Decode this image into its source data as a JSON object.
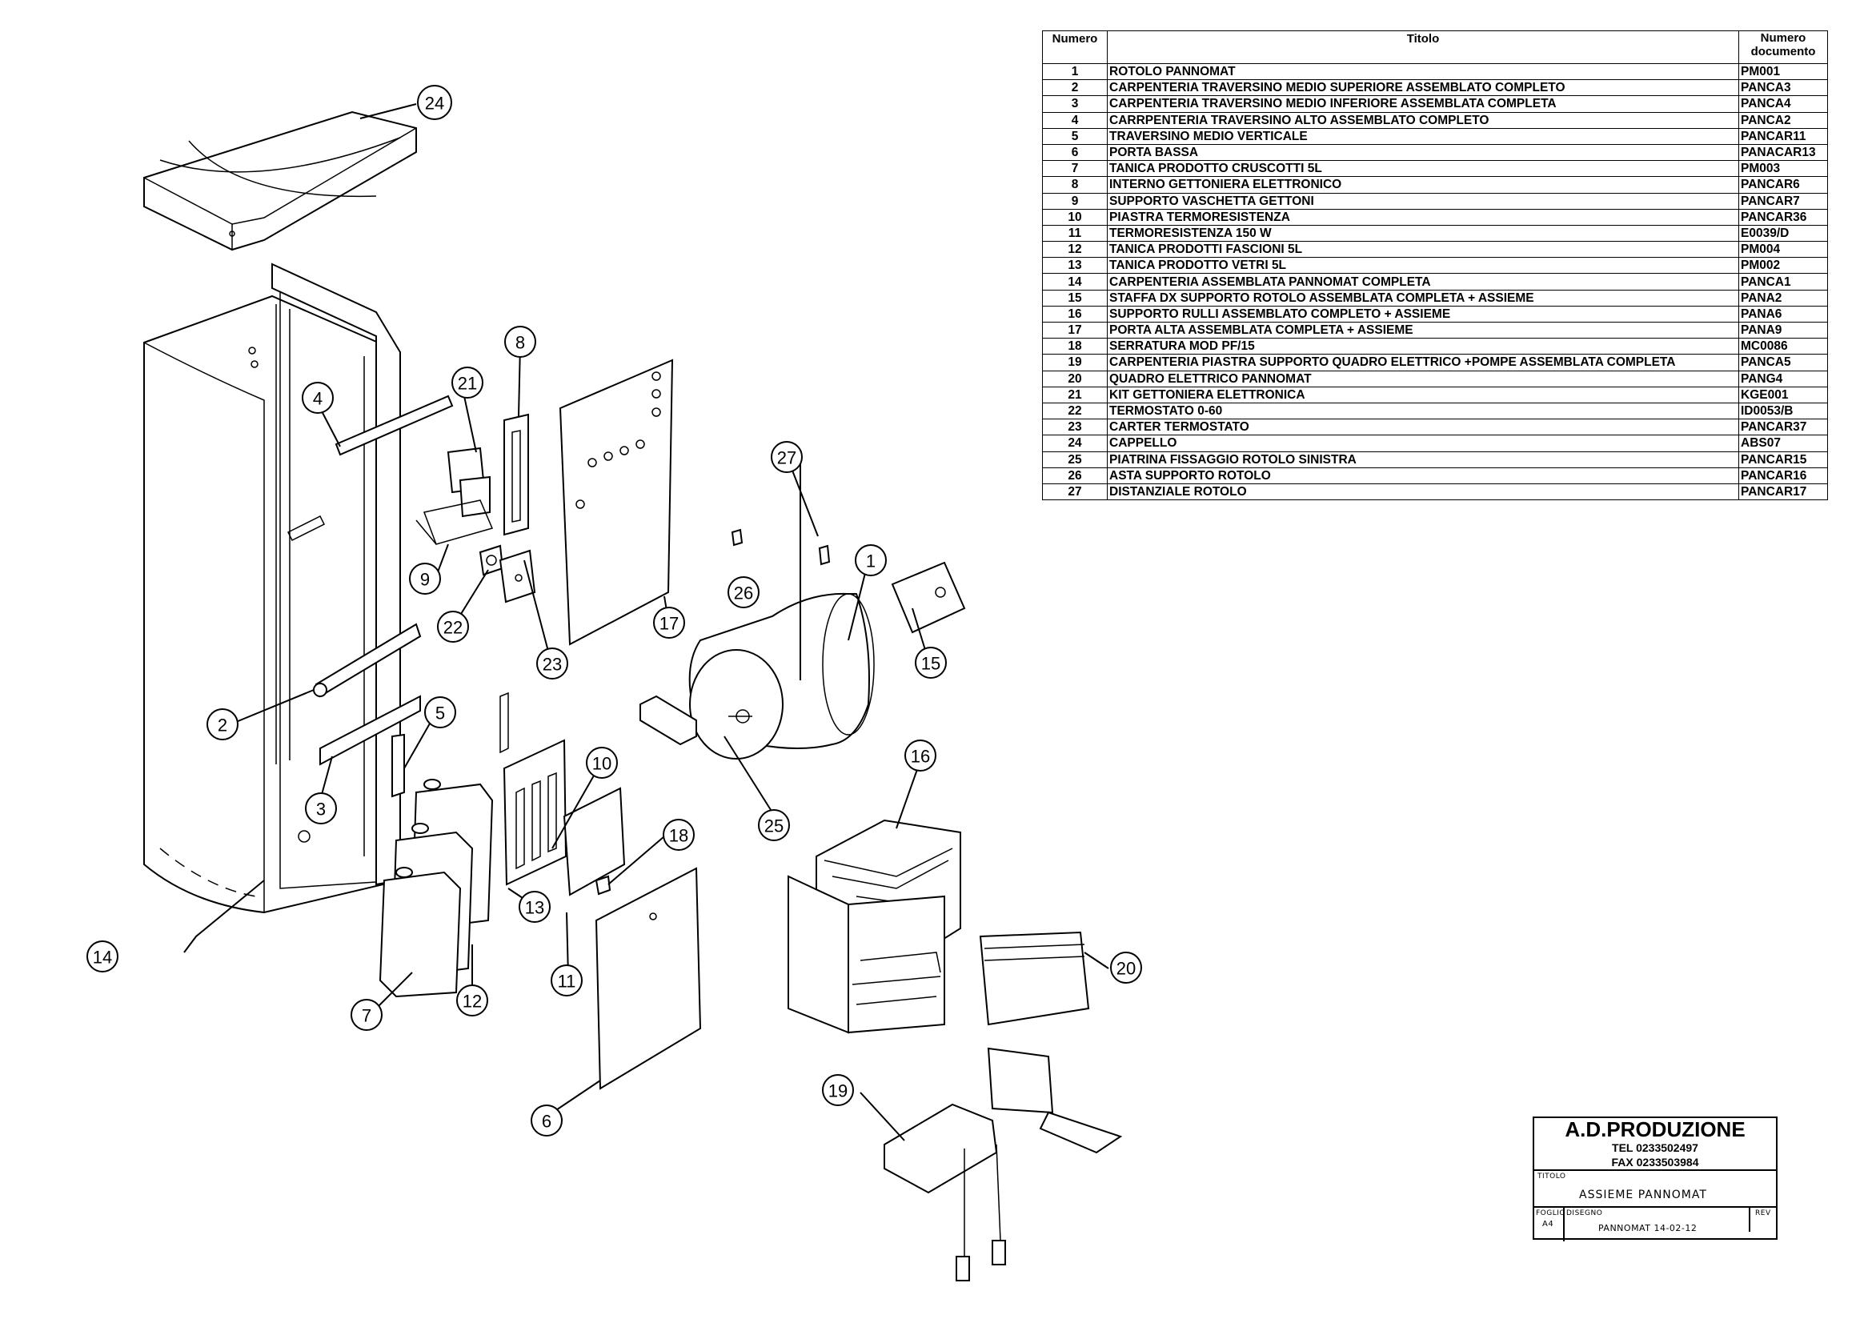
{
  "table": {
    "headers": {
      "numero": "Numero",
      "titolo": "Titolo",
      "documento_line1": "Numero",
      "documento_line2": "documento"
    },
    "rows": [
      {
        "numero": "1",
        "titolo": "ROTOLO PANNOMAT",
        "documento": "PM001"
      },
      {
        "numero": "2",
        "titolo": "CARPENTERIA TRAVERSINO MEDIO SUPERIORE ASSEMBLATO COMPLETO",
        "documento": "PANCA3"
      },
      {
        "numero": "3",
        "titolo": "CARPENTERIA TRAVERSINO MEDIO INFERIORE ASSEMBLATA COMPLETA",
        "documento": "PANCA4"
      },
      {
        "numero": "4",
        "titolo": "CARRPENTERIA TRAVERSINO ALTO ASSEMBLATO COMPLETO",
        "documento": "PANCA2"
      },
      {
        "numero": "5",
        "titolo": "TRAVERSINO MEDIO VERTICALE",
        "documento": "PANCAR11"
      },
      {
        "numero": "6",
        "titolo": "PORTA BASSA",
        "documento": "PANACAR13"
      },
      {
        "numero": "7",
        "titolo": "TANICA PRODOTTO CRUSCOTTI 5L",
        "documento": "PM003"
      },
      {
        "numero": "8",
        "titolo": "INTERNO GETTONIERA ELETTRONICO",
        "documento": "PANCAR6"
      },
      {
        "numero": "9",
        "titolo": "SUPPORTO VASCHETTA GETTONI",
        "documento": "PANCAR7"
      },
      {
        "numero": "10",
        "titolo": "PIASTRA TERMORESISTENZA",
        "documento": "PANCAR36"
      },
      {
        "numero": "11",
        "titolo": "TERMORESISTENZA 150 W",
        "documento": "E0039/D"
      },
      {
        "numero": "12",
        "titolo": "TANICA PRODOTTI FASCIONI 5L",
        "documento": "PM004"
      },
      {
        "numero": "13",
        "titolo": "TANICA PRODOTTO VETRI 5L",
        "documento": "PM002"
      },
      {
        "numero": "14",
        "titolo": "CARPENTERIA ASSEMBLATA PANNOMAT COMPLETA",
        "documento": "PANCA1"
      },
      {
        "numero": "15",
        "titolo": "STAFFA DX SUPPORTO ROTOLO ASSEMBLATA COMPLETA + ASSIEME",
        "documento": "PANA2"
      },
      {
        "numero": "16",
        "titolo": "SUPPORTO RULLI ASSEMBLATO COMPLETO + ASSIEME",
        "documento": "PANA6"
      },
      {
        "numero": "17",
        "titolo": "PORTA ALTA ASSEMBLATA COMPLETA + ASSIEME",
        "documento": "PANA9"
      },
      {
        "numero": "18",
        "titolo": "SERRATURA MOD PF/15",
        "documento": "MC0086"
      },
      {
        "numero": "19",
        "titolo": "CARPENTERIA PIASTRA SUPPORTO QUADRO ELETTRICO +POMPE ASSEMBLATA COMPLETA",
        "documento": "PANCA5"
      },
      {
        "numero": "20",
        "titolo": "QUADRO ELETTRICO PANNOMAT",
        "documento": "PANG4"
      },
      {
        "numero": "21",
        "titolo": "KIT GETTONIERA ELETTRONICA",
        "documento": "KGE001"
      },
      {
        "numero": "22",
        "titolo": "TERMOSTATO 0-60",
        "documento": "ID0053/B"
      },
      {
        "numero": "23",
        "titolo": "CARTER TERMOSTATO",
        "documento": "PANCAR37"
      },
      {
        "numero": "24",
        "titolo": "CAPPELLO",
        "documento": "ABS07"
      },
      {
        "numero": "25",
        "titolo": "PIATRINA FISSAGGIO ROTOLO SINISTRA",
        "documento": "PANCAR15"
      },
      {
        "numero": "26",
        "titolo": "ASTA SUPPORTO ROTOLO",
        "documento": "PANCAR16"
      },
      {
        "numero": "27",
        "titolo": "DISTANZIALE ROTOLO",
        "documento": "PANCAR17"
      }
    ]
  },
  "title_block": {
    "company": "A.D.PRODUZIONE",
    "tel": "TEL 0233502497",
    "fax": "FAX 0233503984",
    "titolo_label": "TITOLO",
    "titolo": "ASSIEME PANNOMAT",
    "foglio_label": "FOGLIO",
    "foglio": "A4",
    "disegno_label": "DISEGNO",
    "disegno": "PANNOMAT 14-02-12",
    "rev_label": "REV"
  },
  "callouts": {
    "c1": "1",
    "c2": "2",
    "c3": "3",
    "c4": "4",
    "c5": "5",
    "c6": "6",
    "c7": "7",
    "c8": "8",
    "c9": "9",
    "c10": "10",
    "c11": "11",
    "c12": "12",
    "c13": "13",
    "c14": "14",
    "c15": "15",
    "c16": "16",
    "c17": "17",
    "c18": "18",
    "c19": "19",
    "c20": "20",
    "c21": "21",
    "c22": "22",
    "c23": "23",
    "c24": "24",
    "c25": "25",
    "c26": "26",
    "c27": "27"
  }
}
